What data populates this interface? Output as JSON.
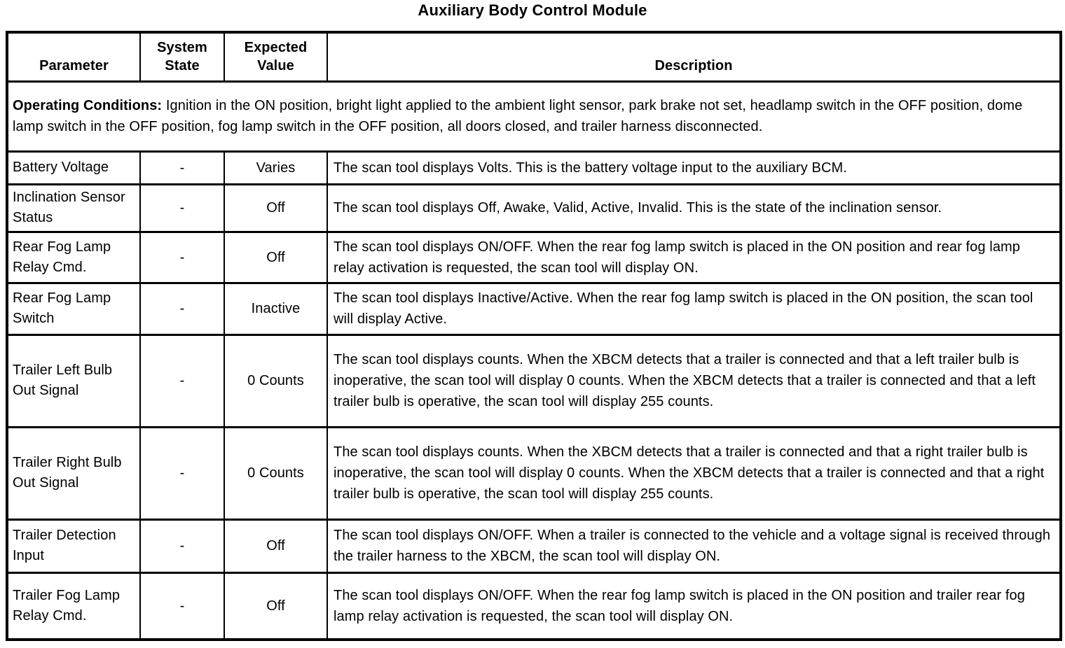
{
  "title": "Auxiliary Body Control Module",
  "table": {
    "headers": {
      "parameter": "Parameter",
      "system_state": "System State",
      "expected_value": "Expected Value",
      "description": "Description"
    },
    "operating_conditions": {
      "label": "Operating Conditions:",
      "text": " Ignition in the ON position, bright light applied to the ambient light sensor, park brake not set, headlamp switch in the OFF position, dome lamp switch in the OFF position, fog lamp switch in the OFF position, all doors closed, and trailer harness disconnected."
    },
    "rows": [
      {
        "parameter": "Battery Voltage",
        "system_state": "-",
        "expected_value": "Varies",
        "description": "The scan tool displays Volts. This is the battery voltage input to the auxiliary BCM."
      },
      {
        "parameter": "Inclination Sensor Status",
        "system_state": "-",
        "expected_value": "Off",
        "description": "The scan tool displays Off, Awake, Valid, Active, Invalid. This is the state of the inclination sensor."
      },
      {
        "parameter": "Rear Fog Lamp Relay Cmd.",
        "system_state": "-",
        "expected_value": "Off",
        "description": "The scan tool displays ON/OFF. When the rear fog lamp switch is placed in the ON position and rear fog lamp relay activation is requested, the scan tool will display ON."
      },
      {
        "parameter": "Rear Fog Lamp Switch",
        "system_state": "-",
        "expected_value": "Inactive",
        "description": "The scan tool displays Inactive/Active. When the rear fog lamp switch is placed in the ON position, the scan tool will display Active."
      },
      {
        "parameter": "Trailer Left Bulb Out Signal",
        "system_state": "-",
        "expected_value": "0 Counts",
        "description": "The scan tool displays counts. When the XBCM detects that a trailer is connected and that a left trailer bulb is inoperative, the scan tool will display 0 counts. When the XBCM detects that a trailer is connected and that a left trailer bulb is operative, the scan tool will display 255 counts."
      },
      {
        "parameter": "Trailer Right Bulb Out Signal",
        "system_state": "-",
        "expected_value": "0 Counts",
        "description": "The scan tool displays counts. When the XBCM detects that a trailer is connected and that a right trailer bulb is inoperative, the scan tool will display 0 counts. When the XBCM detects that a trailer is connected and that a right trailer bulb is operative, the scan tool will display 255 counts."
      },
      {
        "parameter": "Trailer Detection Input",
        "system_state": "-",
        "expected_value": "Off",
        "description": "The scan tool displays ON/OFF. When a trailer is connected to the vehicle and a voltage signal is received through the trailer harness to the XBCM, the scan tool will display ON."
      },
      {
        "parameter": "Trailer Fog Lamp Relay Cmd.",
        "system_state": "-",
        "expected_value": "Off",
        "description": "The scan tool displays ON/OFF. When the rear fog lamp switch is placed in the ON position and trailer rear fog lamp relay activation is requested, the scan tool will display ON."
      }
    ]
  }
}
